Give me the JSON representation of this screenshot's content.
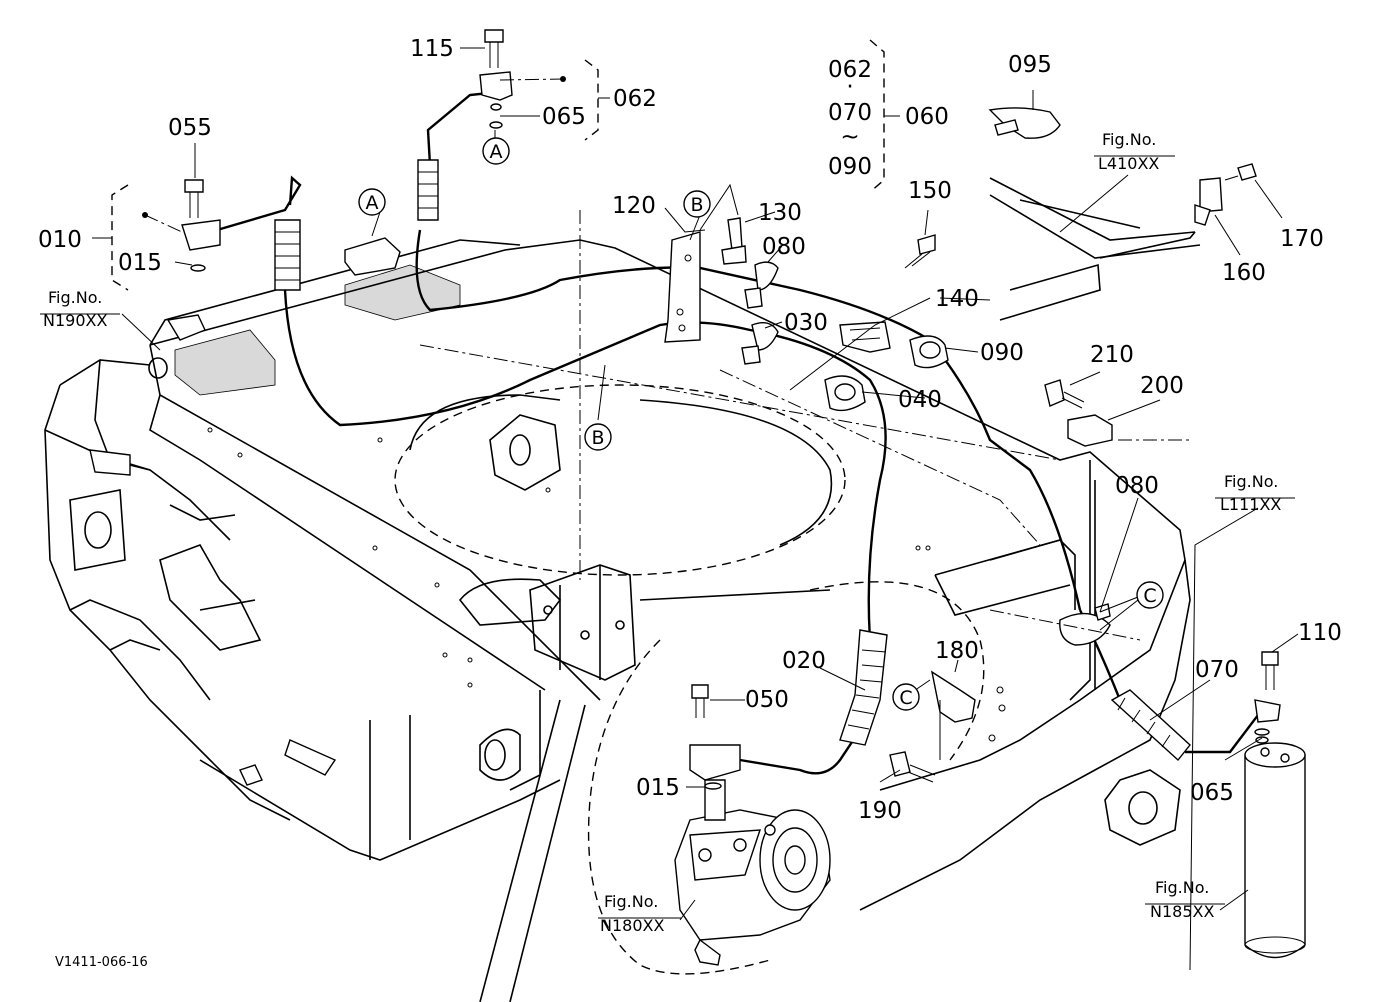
{
  "diagram_code": "V1411-066-16",
  "group_labels": {
    "g060_list_a": "062",
    "g060_list_dot": "·",
    "g060_list_b": "070",
    "g060_list_tilde": "~",
    "g060_list_c": "090",
    "g060": "060",
    "g062": "062",
    "g010": "010"
  },
  "part_numbers": {
    "p115": "115",
    "p065a": "065",
    "p055": "055",
    "p015a": "015",
    "p120": "120",
    "p130": "130",
    "p080a": "080",
    "p030": "030",
    "p150": "150",
    "p140": "140",
    "p090": "090",
    "p040": "040",
    "p095": "095",
    "p160": "160",
    "p170": "170",
    "p210": "210",
    "p200": "200",
    "p080b": "080",
    "p110": "110",
    "p070": "070",
    "p065b": "065",
    "p180": "180",
    "p190": "190",
    "p020": "020",
    "p050": "050",
    "p015b": "015"
  },
  "fig_refs": {
    "n190_label": "Fig.No.",
    "n190_code": "N190XX",
    "l410_label": "Fig.No.",
    "l410_code": "L410XX",
    "l111_label": "Fig.No.",
    "l111_code": "L111XX",
    "n180_label": "Fig.No.",
    "n180_code": "N180XX",
    "n185_label": "Fig.No.",
    "n185_code": "N185XX"
  },
  "ref_letters": {
    "a1": "A",
    "a2": "A",
    "b1": "B",
    "b2": "B",
    "c1": "C",
    "c2": "C"
  }
}
